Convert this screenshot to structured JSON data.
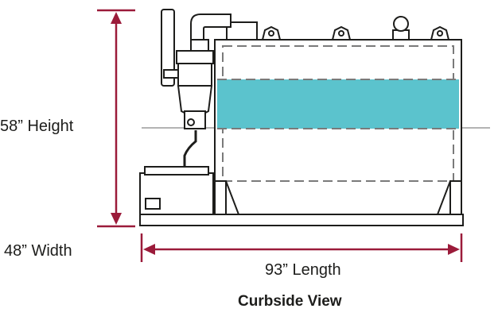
{
  "labels": {
    "height": "58” Height",
    "width": "48” Width",
    "length": "93” Length",
    "caption": "Curbside View"
  },
  "colors": {
    "dimension": "#9b1b3a",
    "fluid": "#5bc3cd",
    "outline": "#1d1d1b",
    "dash": "#7a7a7a",
    "centerline": "#9a9a9a"
  },
  "icons": [
    "filter-canister-icon",
    "exhaust-pipe-icon",
    "battery-box-icon",
    "lifting-lug-icon"
  ]
}
